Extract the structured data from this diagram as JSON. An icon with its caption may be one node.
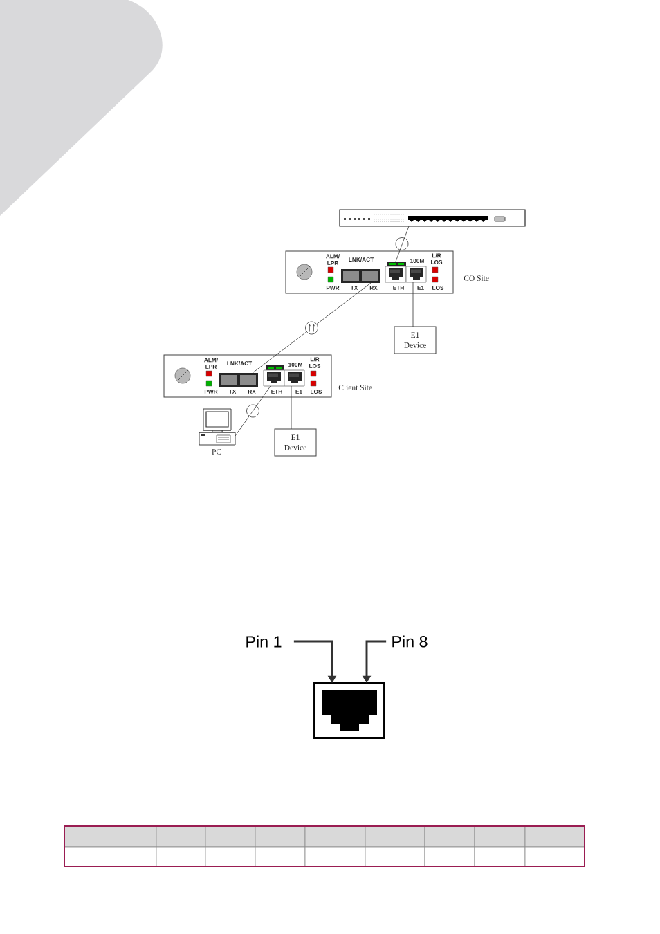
{
  "diagram": {
    "nodes": [
      {
        "text": [],
        "shape": "picture"
      },
      {
        "text": [
          "ALM/ LPR",
          "PWR",
          "LNK/ACT",
          "100M",
          "L/R LOS",
          "LOS"
        ],
        "beside": [
          "CO Site"
        ]
      },
      {
        "text": [
          "TX",
          "RX"
        ],
        "in": 1
      },
      {
        "text": [
          "ETH"
        ],
        "in": 1
      },
      {
        "text": [
          "E1"
        ],
        "in": 1
      },
      {
        "text": [
          "E1 Device"
        ]
      },
      {
        "text": [
          "ALM/ LPR",
          "PWR",
          "LNK/ACT",
          "100M",
          "L/R LOS",
          "LOS"
        ],
        "beside": [
          "Client Site"
        ]
      },
      {
        "text": [
          "TX",
          "RX"
        ],
        "in": 6
      },
      {
        "text": [
          "ETH"
        ],
        "in": 6
      },
      {
        "text": [
          "E1"
        ],
        "in": 6
      },
      {
        "text": [
          "PC"
        ]
      },
      {
        "text": [
          "E1 Device"
        ]
      },
      {
        "text": [
          "Pin 1"
        ]
      },
      {
        "text": [
          "Pin 8"
        ]
      },
      {
        "text": [],
        "shape": "picture"
      }
    ],
    "edges": [
      {
        "from": 0,
        "to": 3,
        "arrow": "none"
      },
      {
        "from": 2,
        "to": 7,
        "arrow": "none"
      },
      {
        "from": 4,
        "to": 5,
        "arrow": "none"
      },
      {
        "from": 8,
        "to": 10,
        "arrow": "none"
      },
      {
        "from": 9,
        "to": 11,
        "arrow": "none"
      },
      {
        "from": 12,
        "to": 14,
        "arrow": "to",
        "style": "thick"
      },
      {
        "from": 13,
        "to": 14,
        "arrow": "to",
        "style": "thick"
      }
    ]
  }
}
